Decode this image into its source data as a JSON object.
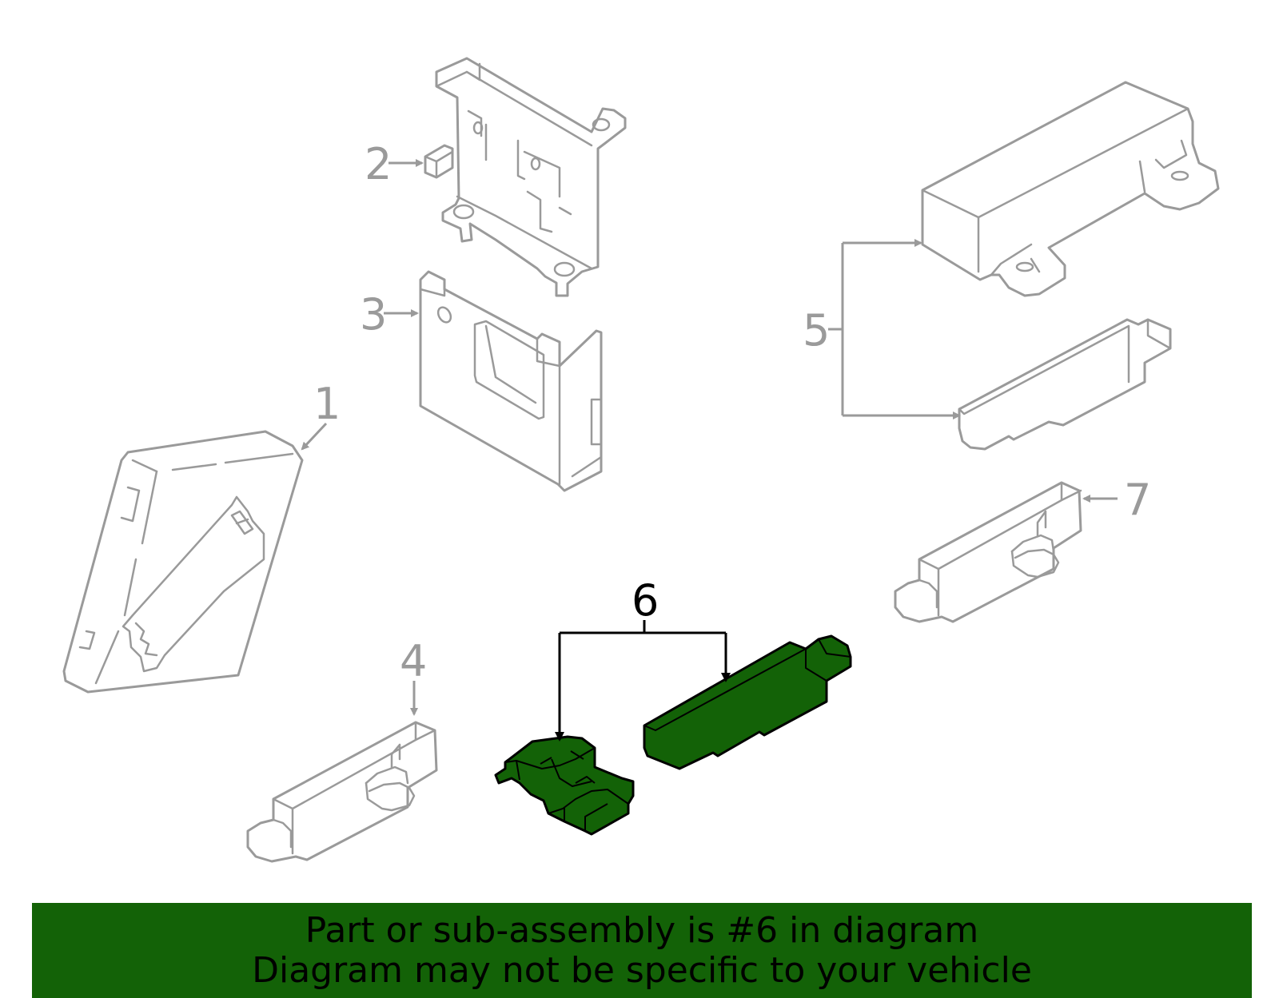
{
  "diagram": {
    "callouts": {
      "c1": "1",
      "c2": "2",
      "c3": "3",
      "c4": "4",
      "c5": "5",
      "c6": "6",
      "c7": "7"
    },
    "highlighted_part": "6"
  },
  "banner": {
    "line1": "Part or sub-assembly is #6 in diagram",
    "line2": "Diagram may not be specific to your vehicle"
  },
  "colors": {
    "highlight": "#136207",
    "part_outline": "#9a9a9a",
    "highlight_outline": "#000000"
  }
}
